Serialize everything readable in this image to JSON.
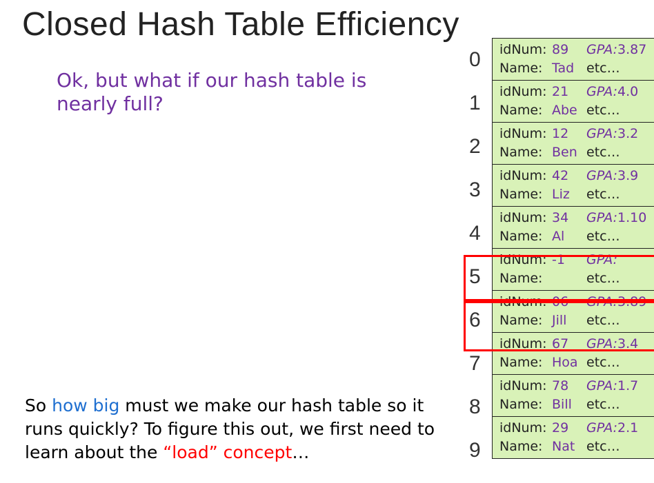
{
  "slide": {
    "title": "Closed Hash Table Efficiency",
    "question": "Ok, but what if our hash table is nearly full?",
    "bottom_text": {
      "part1": "So ",
      "how_big": "how big",
      "part2": " must we make our hash table so it runs quickly? To figure this out, we first need to learn about the ",
      "load": "“load” concept",
      "part3": "…"
    }
  },
  "table": {
    "id_label": "idNum:",
    "name_label": "Name:",
    "gpa_label": "GPA:",
    "etc_label": "etc…",
    "rows": [
      {
        "index": "0",
        "id": "89",
        "name": "Tad",
        "gpa": "3.87"
      },
      {
        "index": "1",
        "id": "21",
        "name": "Abe",
        "gpa": "4.0"
      },
      {
        "index": "2",
        "id": "12",
        "name": "Ben",
        "gpa": "3.2"
      },
      {
        "index": "3",
        "id": "42",
        "name": "Liz",
        "gpa": "3.9"
      },
      {
        "index": "4",
        "id": "34",
        "name": "Al",
        "gpa": "1.10"
      },
      {
        "index": "5",
        "id": "-1",
        "name": "",
        "gpa": ""
      },
      {
        "index": "6",
        "id": "06",
        "name": "Jill",
        "gpa": "3.89"
      },
      {
        "index": "7",
        "id": "67",
        "name": "Hoa",
        "gpa": "3.4"
      },
      {
        "index": "8",
        "id": "78",
        "name": "Bill",
        "gpa": "1.7"
      },
      {
        "index": "9",
        "id": "29",
        "name": "Nat",
        "gpa": "2.1"
      }
    ]
  },
  "colors": {
    "slot_fill": "#d9f2b8",
    "highlight": "#ff0000",
    "purple": "#7030a0",
    "blue": "#1f6fd0"
  }
}
